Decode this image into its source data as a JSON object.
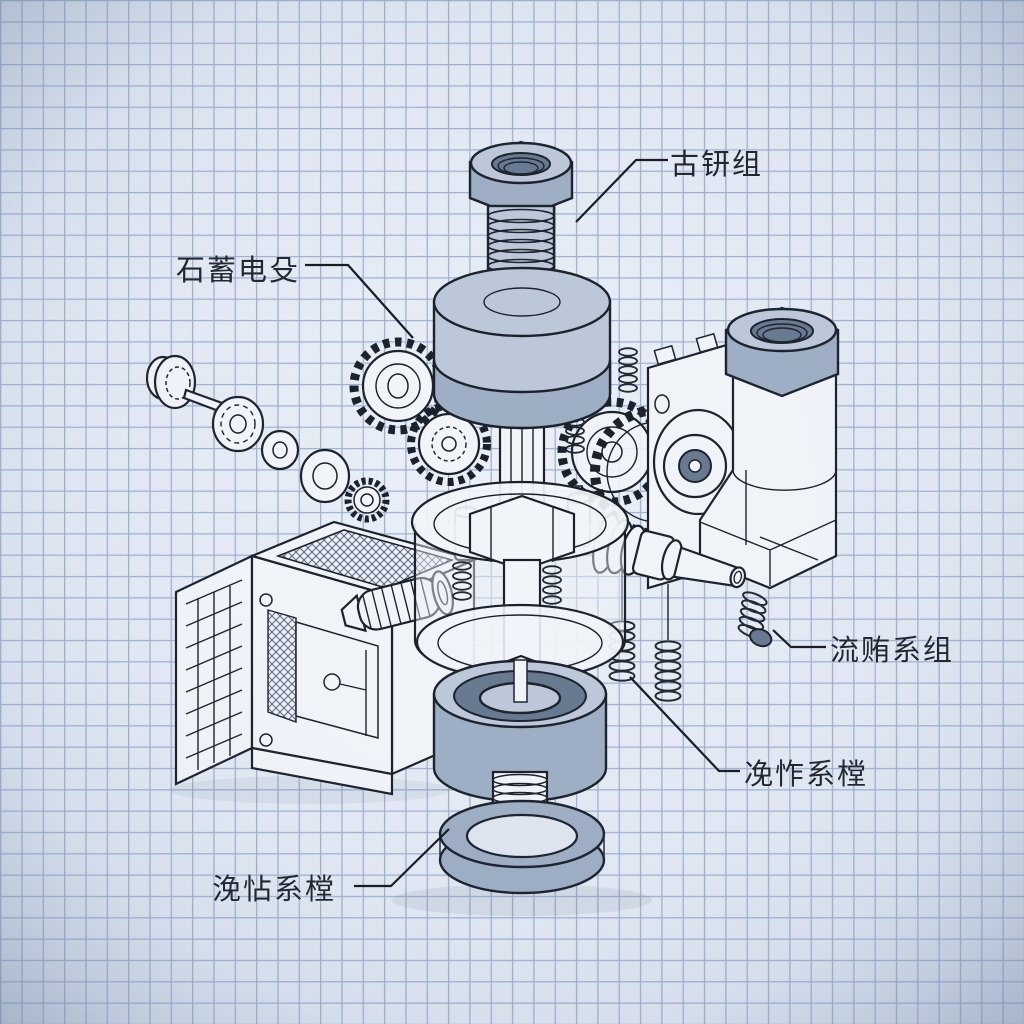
{
  "labels": [
    {
      "id": "top-right",
      "text": "古钘组"
    },
    {
      "id": "left",
      "text": "石蓄电殳"
    },
    {
      "id": "mid-right",
      "text": "流贿系组"
    },
    {
      "id": "lower-right",
      "text": "凂怍系樘"
    },
    {
      "id": "bottom-left",
      "text": "浼怗系樘"
    }
  ],
  "colors": {
    "paper": "#e4eaf3",
    "grid_line": "#8ba3c7",
    "part_light": "#bcc8da",
    "part_mid": "#9dadc3",
    "part_dark": "#66788f",
    "outline": "#1a202a",
    "label_text": "#1d222b"
  }
}
